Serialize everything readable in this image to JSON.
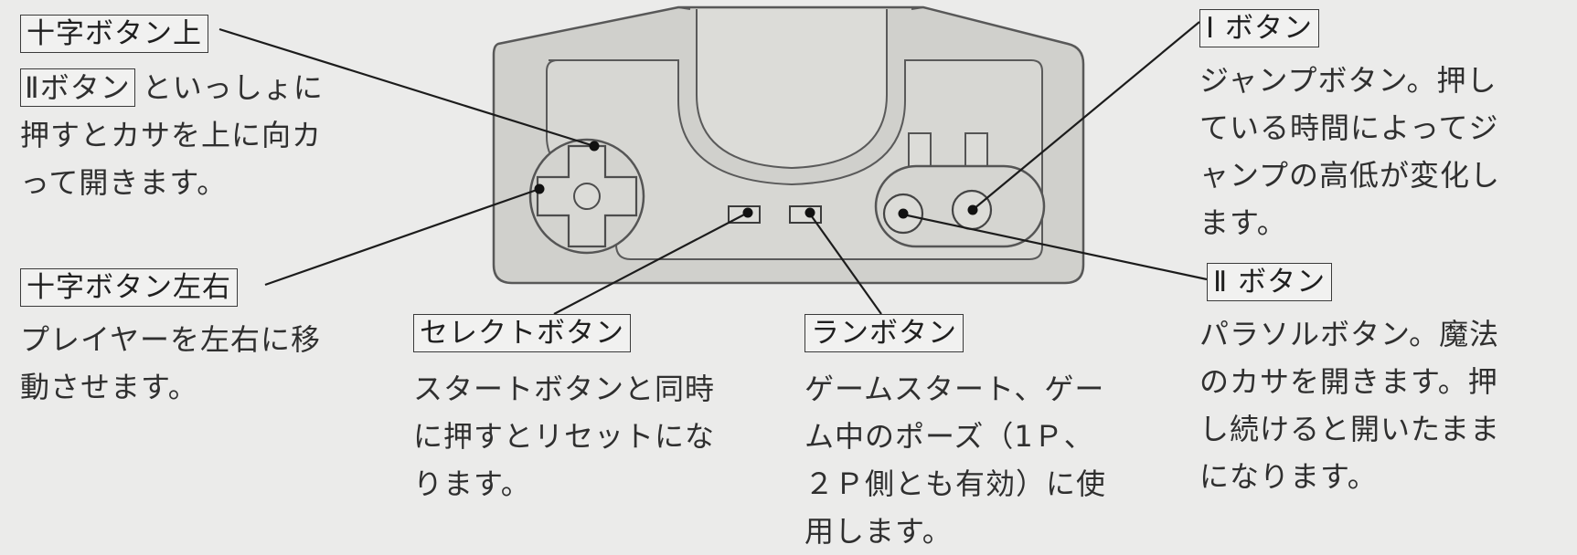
{
  "dpad_up": {
    "label": "十字ボタン上",
    "desc_tag": "Ⅱボタン",
    "desc_lines": [
      "といっしょに",
      "押すとカサを上に向カ",
      "って開きます。"
    ]
  },
  "dpad_lr": {
    "label": "十字ボタン左右",
    "desc_lines": [
      "プレイヤーを左右に移",
      "動させます。"
    ]
  },
  "select": {
    "label": "セレクトボタン",
    "desc_lines": [
      "スタートボタンと同時",
      "に押すとリセットにな",
      "ります。"
    ]
  },
  "run": {
    "label": "ランボタン",
    "desc_lines": [
      "ゲームスタート、ゲー",
      "ム中のポーズ（1Ｐ、",
      "２Ｐ側とも有効）に使",
      "用します。"
    ]
  },
  "button1": {
    "label": "Ⅰ ボタン",
    "desc_lines": [
      "ジャンプボタン。押し",
      "ている時間によってジ",
      "ャンプの高低が変化し",
      "ます。"
    ]
  },
  "button2": {
    "label": "Ⅱ ボタン",
    "desc_lines": [
      "パラソルボタン。魔法",
      "のカサを開きます。押",
      "し続けると開いたまま",
      "になります。"
    ]
  }
}
